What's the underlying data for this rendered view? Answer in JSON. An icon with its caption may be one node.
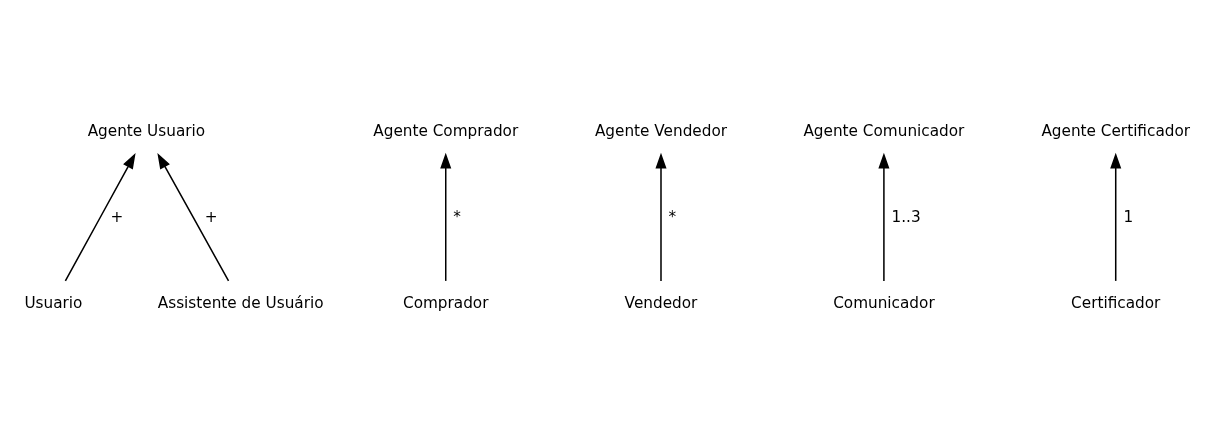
{
  "diagram": {
    "nodes": [
      {
        "text": [
          "Agente Usuario"
        ]
      },
      {
        "text": [
          "Agente Comprador"
        ]
      },
      {
        "text": [
          "Agente Vendedor"
        ]
      },
      {
        "text": [
          "Agente Comunicador"
        ]
      },
      {
        "text": [
          "Agente Certificador"
        ]
      },
      {
        "text": [
          "Usuario"
        ]
      },
      {
        "text": [
          "Assistente de Usuário"
        ]
      },
      {
        "text": [
          "Comprador"
        ]
      },
      {
        "text": [
          "Vendedor"
        ]
      },
      {
        "text": [
          "Comunicador"
        ]
      },
      {
        "text": [
          "Certificador"
        ]
      }
    ],
    "edges": [
      {
        "from": 5,
        "to": 0,
        "arrow": "to",
        "label": "+"
      },
      {
        "from": 6,
        "to": 0,
        "arrow": "to",
        "label": "+"
      },
      {
        "from": 7,
        "to": 1,
        "arrow": "to",
        "label": "*"
      },
      {
        "from": 8,
        "to": 2,
        "arrow": "to",
        "label": "*"
      },
      {
        "from": 9,
        "to": 3,
        "arrow": "to",
        "label": "1..3"
      },
      {
        "from": 10,
        "to": 4,
        "arrow": "to",
        "label": "1"
      }
    ]
  }
}
